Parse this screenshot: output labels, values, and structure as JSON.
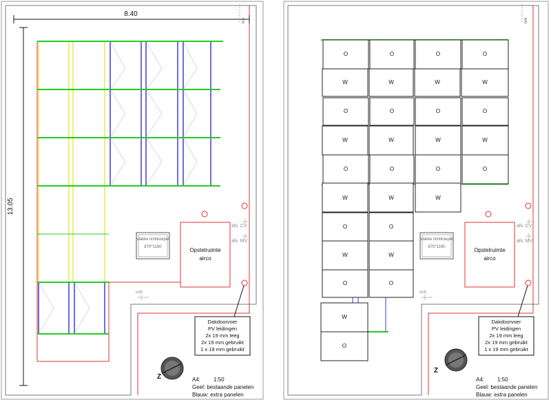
{
  "left_sheet": {
    "dimension_width": "8.40",
    "dimension_height": "13.05",
    "skylight_label": "vlakke lichtkoepel",
    "skylight_size": "870*1160",
    "room_label_line1": "Opstelruimte",
    "room_label_line2": "airco",
    "afv_cv": "afv. CV",
    "afv_mv": "afv. MV",
    "ontl": "ontl.",
    "note_lines": [
      "Dakdoorvoer",
      "PV leidingen",
      "2x 19 mm leeg",
      "2x 19 mm gebruikt",
      "1 x 19 mm gebruikt"
    ],
    "legend_scale_label": "A4:",
    "legend_scale_value": "1:50",
    "legend_yellow": "Geel: bestaande panelen",
    "legend_blue": "Blauw: extra panelen",
    "corner_tag": "N/A"
  },
  "right_sheet": {
    "skylight_label": "vlakke lichtkoepel",
    "skylight_size": "870*1160",
    "room_label_line1": "Opstelruimte",
    "room_label_line2": "airco",
    "afv_cv": "afv. CV",
    "afv_mv": "afv. MV",
    "ontl": "ontl.",
    "note_lines": [
      "Dakdoorvoer",
      "PV leidingen",
      "2x 19 mm leeg",
      "2x 19 mm gebruikt",
      "1 x 19 mm gebruikt"
    ],
    "legend_scale_label": "A4:",
    "legend_scale_value": "1:50",
    "legend_yellow": "Geel: bestaande panelen",
    "legend_blue": "Blauw: extra panelen",
    "corner_tag": "N/A",
    "panel_rows": [
      [
        "O",
        "O",
        "O",
        "O"
      ],
      [
        "W",
        "W",
        "W",
        "W"
      ],
      [
        "O",
        "O",
        "O",
        "O"
      ],
      [
        "W",
        "W",
        "W",
        "W"
      ],
      [
        "O",
        "O",
        "O",
        "O"
      ],
      [
        "W",
        "W",
        "W"
      ],
      [
        "O",
        "O"
      ],
      [
        "W",
        "W"
      ],
      [
        "O",
        "O"
      ],
      [
        "W"
      ],
      [
        "O"
      ]
    ]
  },
  "colors": {
    "existing_panels": "#e8e84a",
    "extra_panels": "#3a3adc",
    "rail": "#22cc22",
    "roof_edge": "#e03030"
  }
}
